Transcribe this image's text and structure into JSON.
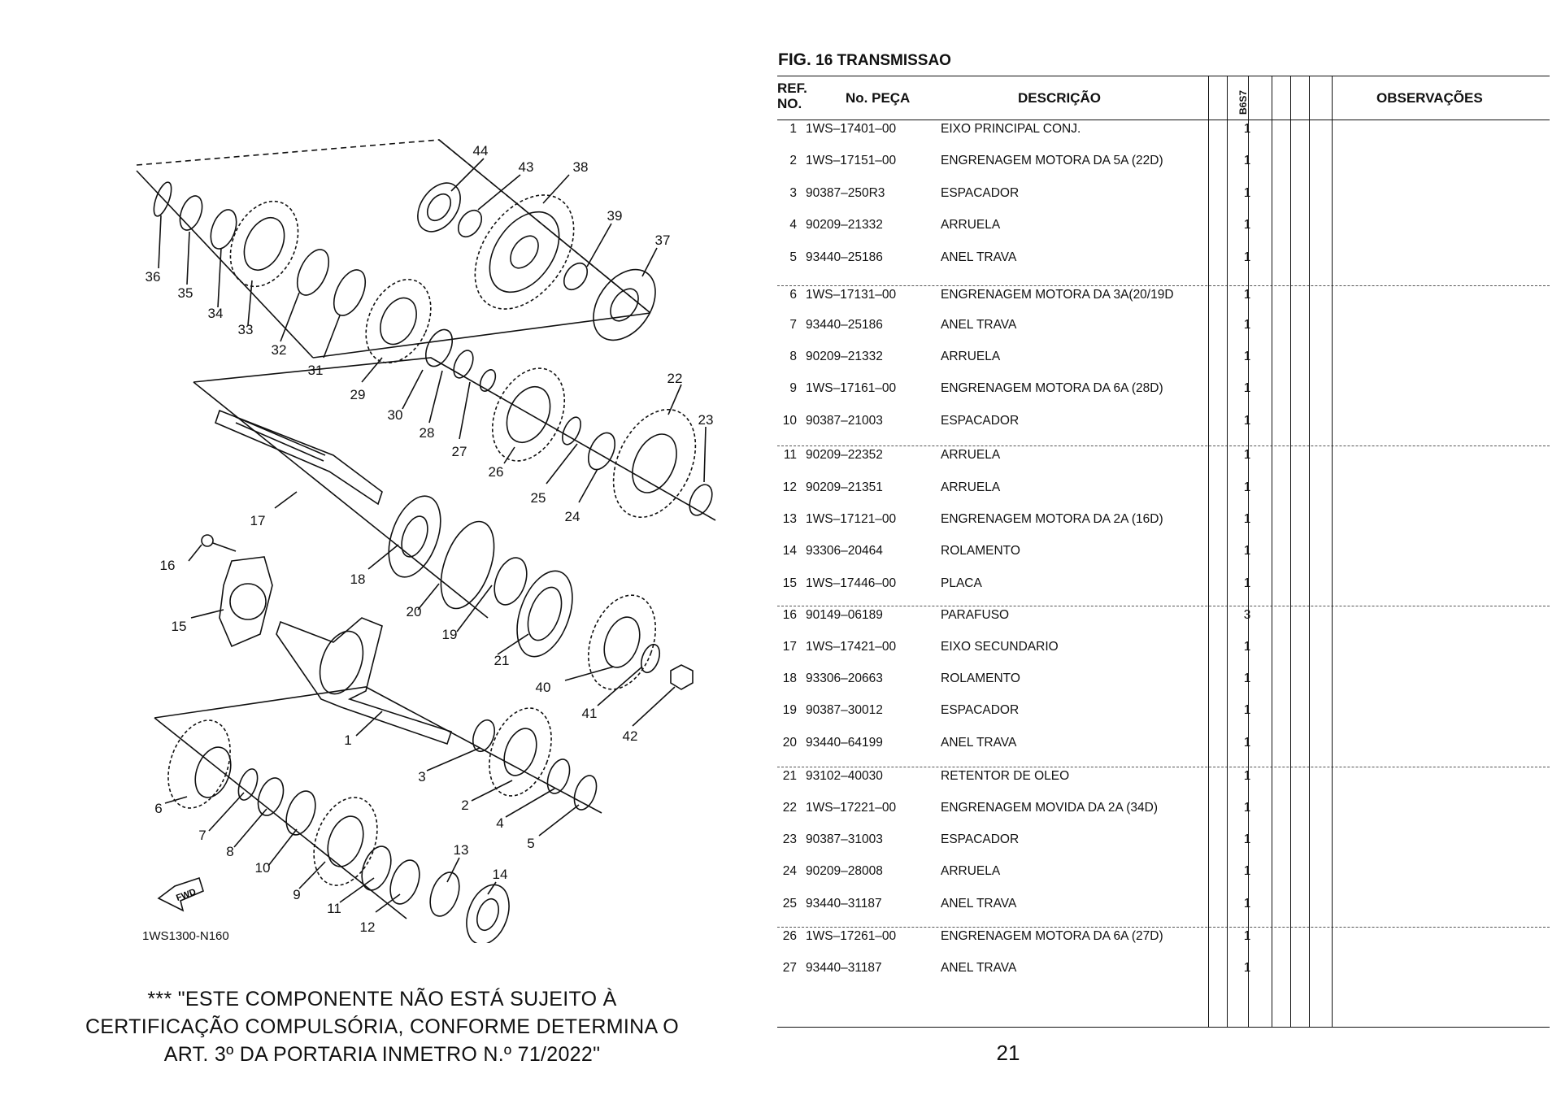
{
  "figure": {
    "fig_label": "FIG.",
    "fig_number": "16",
    "fig_title": "TRANSMISSAO",
    "diagram_code": "1WS1300-N160",
    "fwd_label": "FWD",
    "callouts": [
      "44",
      "43",
      "38",
      "39",
      "37",
      "36",
      "35",
      "34",
      "33",
      "32",
      "31",
      "29",
      "30",
      "28",
      "27",
      "26",
      "25",
      "24",
      "22",
      "23",
      "17",
      "16",
      "15",
      "18",
      "20",
      "19",
      "21",
      "40",
      "41",
      "42",
      "1",
      "3",
      "2",
      "4",
      "5",
      "6",
      "7",
      "8",
      "10",
      "9",
      "11",
      "12",
      "13",
      "14"
    ]
  },
  "disclaimer": {
    "line1": "*** \"ESTE COMPONENTE NÃO ESTÁ SUJEITO À",
    "line2": "CERTIFICAÇÃO COMPULSÓRIA, CONFORME DETERMINA O",
    "line3": "ART. 3º DA PORTARIA INMETRO N.º 71/2022\""
  },
  "table": {
    "headers": {
      "ref_line1": "REF.",
      "ref_line2": "NO.",
      "part_no": "No. PEÇA",
      "description": "DESCRIÇÃO",
      "model": "B6S7",
      "observations": "OBSERVAÇÕES"
    },
    "rows": [
      {
        "ref": "1",
        "part": "1WS–17401–00",
        "desc": "EIXO PRINCIPAL CONJ.",
        "qty": "1"
      },
      {
        "ref": "2",
        "part": "1WS–17151–00",
        "desc": "ENGRENAGEM MOTORA DA 5A (22D)",
        "qty": "1"
      },
      {
        "ref": "3",
        "part": "90387–250R3",
        "desc": "ESPACADOR",
        "qty": "1"
      },
      {
        "ref": "4",
        "part": "90209–21332",
        "desc": "ARRUELA",
        "qty": "1"
      },
      {
        "ref": "5",
        "part": "93440–25186",
        "desc": "ANEL TRAVA",
        "qty": "1"
      },
      {
        "ref": "6",
        "part": "1WS–17131–00",
        "desc": "ENGRENAGEM MOTORA DA 3A(20/19D",
        "qty": "1"
      },
      {
        "ref": "7",
        "part": "93440–25186",
        "desc": "ANEL TRAVA",
        "qty": "1"
      },
      {
        "ref": "8",
        "part": "90209–21332",
        "desc": "ARRUELA",
        "qty": "1"
      },
      {
        "ref": "9",
        "part": "1WS–17161–00",
        "desc": "ENGRENAGEM MOTORA DA 6A (28D)",
        "qty": "1"
      },
      {
        "ref": "10",
        "part": "90387–21003",
        "desc": "ESPACADOR",
        "qty": "1"
      },
      {
        "ref": "11",
        "part": "90209–22352",
        "desc": "ARRUELA",
        "qty": "1"
      },
      {
        "ref": "12",
        "part": "90209–21351",
        "desc": "ARRUELA",
        "qty": "1"
      },
      {
        "ref": "13",
        "part": "1WS–17121–00",
        "desc": "ENGRENAGEM MOTORA DA 2A (16D)",
        "qty": "1"
      },
      {
        "ref": "14",
        "part": "93306–20464",
        "desc": "ROLAMENTO",
        "qty": "1"
      },
      {
        "ref": "15",
        "part": "1WS–17446–00",
        "desc": "PLACA",
        "qty": "1"
      },
      {
        "ref": "16",
        "part": "90149–06189",
        "desc": "PARAFUSO",
        "qty": "3"
      },
      {
        "ref": "17",
        "part": "1WS–17421–00",
        "desc": "EIXO SECUNDARIO",
        "qty": "1"
      },
      {
        "ref": "18",
        "part": "93306–20663",
        "desc": "ROLAMENTO",
        "qty": "1"
      },
      {
        "ref": "19",
        "part": "90387–30012",
        "desc": "ESPACADOR",
        "qty": "1"
      },
      {
        "ref": "20",
        "part": "93440–64199",
        "desc": "ANEL TRAVA",
        "qty": "1"
      },
      {
        "ref": "21",
        "part": "93102–40030",
        "desc": "RETENTOR DE OLEO",
        "qty": "1"
      },
      {
        "ref": "22",
        "part": "1WS–17221–00",
        "desc": "ENGRENAGEM MOVIDA DA 2A (34D)",
        "qty": "1"
      },
      {
        "ref": "23",
        "part": "90387–31003",
        "desc": "ESPACADOR",
        "qty": "1"
      },
      {
        "ref": "24",
        "part": "90209–28008",
        "desc": "ARRUELA",
        "qty": "1"
      },
      {
        "ref": "25",
        "part": "93440–31187",
        "desc": "ANEL TRAVA",
        "qty": "1"
      },
      {
        "ref": "26",
        "part": "1WS–17261–00",
        "desc": "ENGRENAGEM MOTORA DA 6A (27D)",
        "qty": "1"
      },
      {
        "ref": "27",
        "part": "93440–31187",
        "desc": "ANEL TRAVA",
        "qty": "1"
      }
    ]
  },
  "page_number": "21"
}
